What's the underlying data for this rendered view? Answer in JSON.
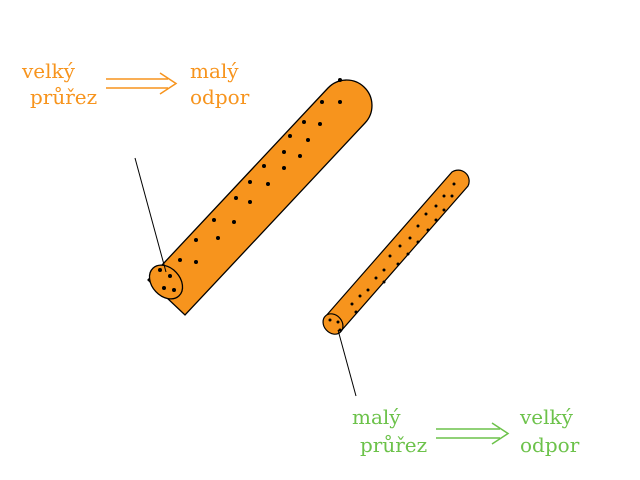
{
  "top_relation": {
    "left_line1": "velký",
    "left_line2": "průřez",
    "right_line1": "malý",
    "right_line2": "odpor"
  },
  "bottom_relation": {
    "left_line1": "malý",
    "left_line2": "průřez",
    "right_line1": "velký",
    "right_line2": "odpor"
  },
  "colors": {
    "orange": "#f7941d",
    "green": "#6cc24a",
    "outline": "#000000"
  }
}
